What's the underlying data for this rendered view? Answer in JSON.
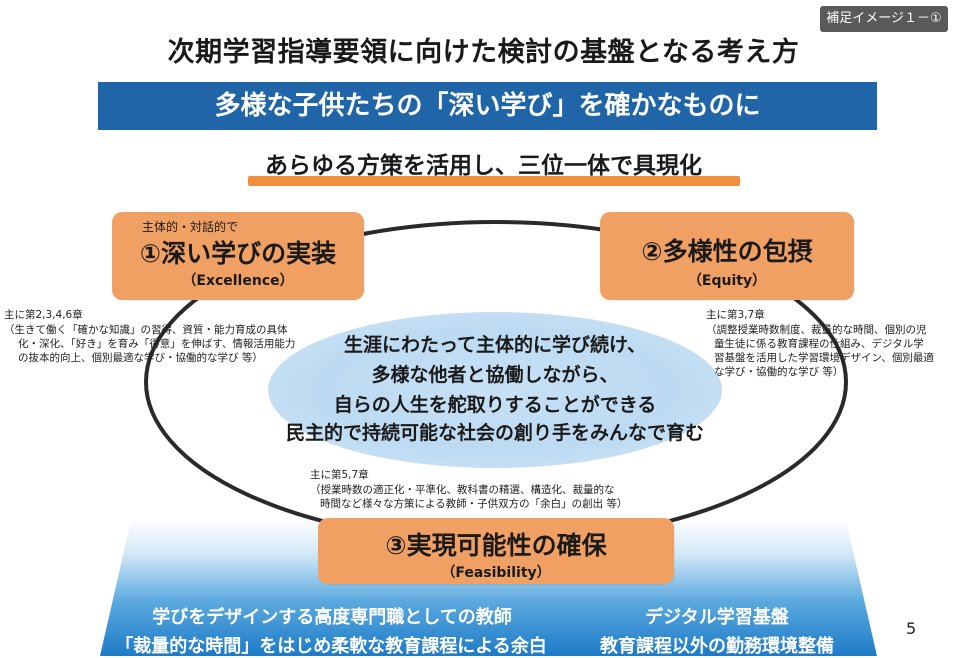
{
  "supplement_tag": "補足イメージ１－①",
  "title": "次期学習指導要領に向けた検討の基盤となる考え方",
  "banner": "多様な子供たちの「深い学び」を確かなものに",
  "subtitle": "あらゆる方策を活用し、三位一体で具現化",
  "center_statement": [
    "生涯にわたって主体的に学び続け、",
    "多様な他者と協働しながら、",
    "自らの人生を舵取りすることができる",
    "民主的で持続可能な社会の創り手をみんなで育む"
  ],
  "pillars": {
    "excellence": {
      "prefix": "主体的・対話的で",
      "title": "①深い学びの実装",
      "english": "（Excellence）",
      "chapters": "主に第2,3,4,6章",
      "details": [
        "（生きて働く「確かな知識」の習得、資質・能力育成の具体",
        "化・深化、「好き」を育み「得意」を伸ばす、情報活用能力",
        "の抜本的向上、個別最適な学び・協働的な学び 等）"
      ]
    },
    "equity": {
      "title": "②多様性の包摂",
      "english": "（Equity）",
      "chapters": "主に第3,7章",
      "details": [
        "（調整授業時数制度、裁量的な時間、個別の児",
        "童生徒に係る教育課程の仕組み、デジタル学",
        "習基盤を活用した学習環境デザイン、個別最適",
        "な学び・協働的な学び 等）"
      ]
    },
    "feasibility": {
      "title": "③実現可能性の確保",
      "english": "（Feasibility）",
      "chapters": "主に第5,7章",
      "details": [
        "（授業時数の適正化・平準化、教科書の精選、構造化、裁量的な",
        "時間など様々な方策による教師・子供双方の「余白」の創出 等）"
      ]
    }
  },
  "foundation": {
    "left": [
      "学びをデザインする高度専門職としての教師",
      "「裁量的な時間」をはじめ柔軟な教育課程による余白"
    ],
    "right": [
      "デジタル学習基盤",
      "教育課程以外の勤務環境整備"
    ]
  },
  "page_number": "5",
  "colors": {
    "banner": "#1f65a8",
    "pillar": "#f1a064",
    "accent_underline": "#ef8f3f",
    "center_oval": "#c7e1f5",
    "foundation": "#1e7bc8"
  }
}
